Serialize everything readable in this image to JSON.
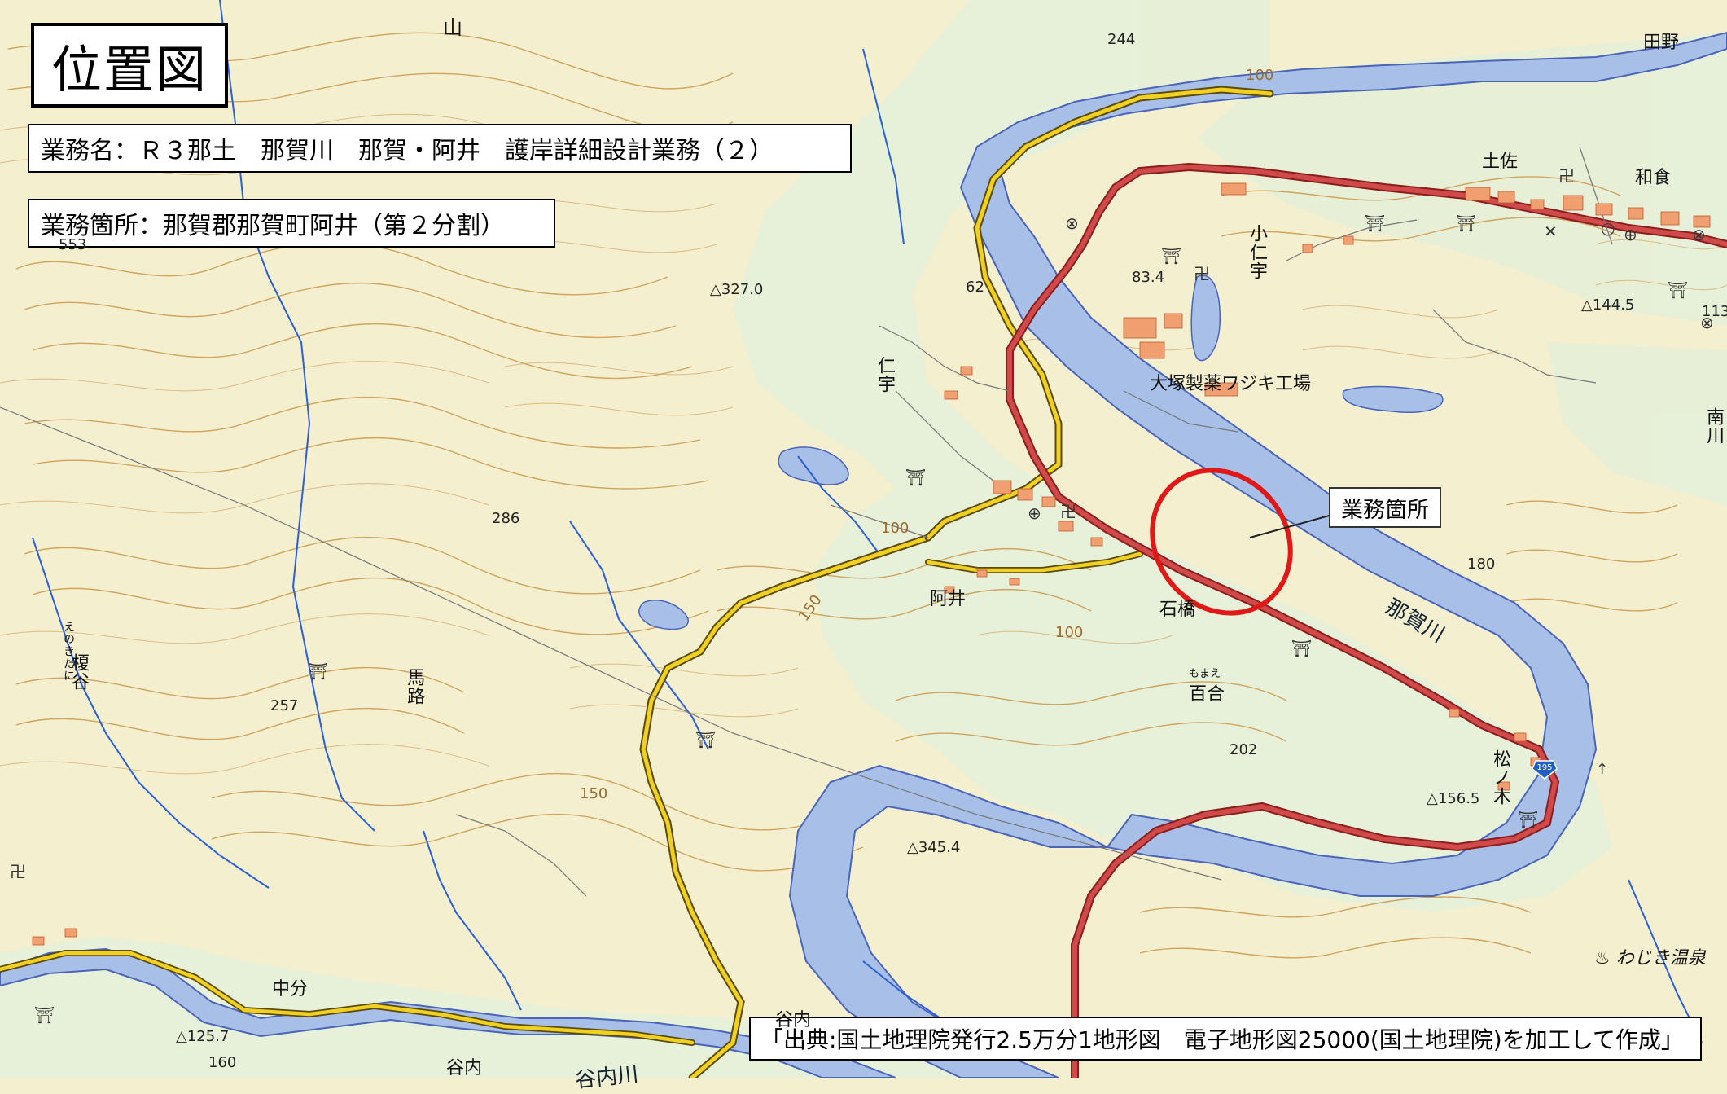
{
  "title": "位置図",
  "project": "業務名：Ｒ３那土　那賀川　那賀・阿井　護岸詳細設計業務（２）",
  "site": "業務箇所：那賀郡那賀町阿井（第２分割）",
  "callout": "業務箇所",
  "source": "「出典:国土地理院発行2.5万分1地形図　電子地形図25000(国土地理院)を加工して作成」",
  "places": {
    "nii": "仁宇",
    "koniu": "小仁宇",
    "otsuka": "大塚製薬ワジキ工場",
    "ai": "阿井",
    "ishibashi": "石橋",
    "momae_kana": "もまえ",
    "momae": "百合",
    "matsunoki": "松ノ木",
    "washiki_onsen": "わじき温泉",
    "enokidani_kana": "えのきだに",
    "enokidani": "榎谷",
    "umaji": "馬路",
    "nakabun": "中分",
    "taniuchi": "谷内",
    "taniuchi_top": "谷内",
    "taniuchi_river": "谷内川",
    "naka_river": "那賀川",
    "tano": "田野",
    "tosa": "土佐",
    "washoku": "和食",
    "minamikawa": "南川",
    "yama": "山"
  },
  "spot_heights": {
    "h244": "244",
    "h327": "△327.0",
    "h286": "286",
    "h257": "257",
    "h345": "△345.4",
    "h202": "202",
    "h156": "△156.5",
    "h180": "180",
    "h144": "△144.5",
    "h125": "△125.7",
    "h160": "160",
    "h83": "83.4",
    "h62": "62",
    "h553": "553",
    "h113": "113",
    "c100a": "100",
    "c150a": "150",
    "c100b": "100",
    "c150b": "150",
    "c100c": "100"
  },
  "route_number": "195",
  "colors": {
    "terrain": "#f3efcf",
    "river": "#a8c0e8",
    "river_edge": "#4a64b8",
    "stream": "#2a5fd6",
    "national_road": "#d04a4a",
    "prefectural_road": "#f0d020",
    "contour": "#c9974a",
    "highlight": "#e01818",
    "building": "#f0a070"
  }
}
